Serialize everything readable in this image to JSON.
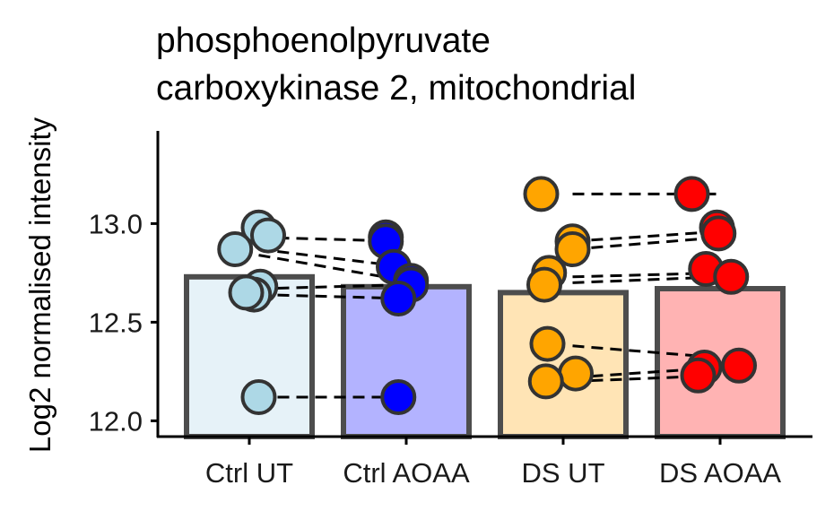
{
  "chart_data": {
    "type": "bar",
    "title_lines": [
      "phosphoenolpyruvate",
      "carboxykinase 2, mitochondrial"
    ],
    "xlabel": "",
    "ylabel": "Log2 normalised intensity",
    "ylim": [
      11.92,
      13.47
    ],
    "yticks": [
      "12.0",
      "12.5",
      "13.0"
    ],
    "ytick_values": [
      12.0,
      12.5,
      13.0
    ],
    "categories": [
      "Ctrl UT",
      "Ctrl AOAA",
      "DS UT",
      "DS AOAA"
    ],
    "values": [
      12.73,
      12.68,
      12.65,
      12.67
    ],
    "bar_fill_colors": [
      "#e6f2f8",
      "#b3b3ff",
      "#ffe4b5",
      "#ffb3b3"
    ],
    "point_colors": [
      "#add8e6",
      "#0000ff",
      "#ffa500",
      "#ff0000"
    ],
    "points": [
      {
        "group": "Ctrl UT",
        "x_jitter": 0.06,
        "y": 12.98
      },
      {
        "group": "Ctrl UT",
        "x_jitter": 0.12,
        "y": 12.94
      },
      {
        "group": "Ctrl UT",
        "x_jitter": -0.09,
        "y": 12.87
      },
      {
        "group": "Ctrl UT",
        "x_jitter": 0.07,
        "y": 12.68
      },
      {
        "group": "Ctrl UT",
        "x_jitter": 0.03,
        "y": 12.64
      },
      {
        "group": "Ctrl UT",
        "x_jitter": -0.02,
        "y": 12.65
      },
      {
        "group": "Ctrl UT",
        "x_jitter": 0.06,
        "y": 12.12
      },
      {
        "group": "Ctrl AOAA",
        "x_jitter": -0.13,
        "y": 12.93
      },
      {
        "group": "Ctrl AOAA",
        "x_jitter": -0.13,
        "y": 12.91
      },
      {
        "group": "Ctrl AOAA",
        "x_jitter": -0.08,
        "y": 12.78
      },
      {
        "group": "Ctrl AOAA",
        "x_jitter": 0.03,
        "y": 12.71
      },
      {
        "group": "Ctrl AOAA",
        "x_jitter": 0.03,
        "y": 12.69
      },
      {
        "group": "Ctrl AOAA",
        "x_jitter": -0.05,
        "y": 12.62
      },
      {
        "group": "Ctrl AOAA",
        "x_jitter": -0.05,
        "y": 12.12
      },
      {
        "group": "DS UT",
        "x_jitter": -0.14,
        "y": 13.15
      },
      {
        "group": "DS UT",
        "x_jitter": 0.06,
        "y": 12.91
      },
      {
        "group": "DS UT",
        "x_jitter": 0.06,
        "y": 12.87
      },
      {
        "group": "DS UT",
        "x_jitter": -0.09,
        "y": 12.75
      },
      {
        "group": "DS UT",
        "x_jitter": -0.12,
        "y": 12.69
      },
      {
        "group": "DS UT",
        "x_jitter": -0.1,
        "y": 12.39
      },
      {
        "group": "DS UT",
        "x_jitter": 0.08,
        "y": 12.24
      },
      {
        "group": "DS UT",
        "x_jitter": -0.11,
        "y": 12.2
      },
      {
        "group": "DS AOAA",
        "x_jitter": -0.18,
        "y": 13.15
      },
      {
        "group": "DS AOAA",
        "x_jitter": -0.02,
        "y": 12.98
      },
      {
        "group": "DS AOAA",
        "x_jitter": -0.01,
        "y": 12.95
      },
      {
        "group": "DS AOAA",
        "x_jitter": -0.09,
        "y": 12.77
      },
      {
        "group": "DS AOAA",
        "x_jitter": 0.07,
        "y": 12.73
      },
      {
        "group": "DS AOAA",
        "x_jitter": -0.1,
        "y": 12.27
      },
      {
        "group": "DS AOAA",
        "x_jitter": -0.14,
        "y": 12.23
      },
      {
        "group": "DS AOAA",
        "x_jitter": 0.12,
        "y": 12.28
      }
    ],
    "pairs": [
      {
        "from": {
          "x": 0.06,
          "y": 12.93
        },
        "to": {
          "x": 1.0,
          "y": 12.91
        }
      },
      {
        "from": {
          "x": 0.06,
          "y": 12.87
        },
        "to": {
          "x": 1.0,
          "y": 12.78
        }
      },
      {
        "from": {
          "x": 0.06,
          "y": 12.84
        },
        "to": {
          "x": 1.0,
          "y": 12.71
        }
      },
      {
        "from": {
          "x": 0.06,
          "y": 12.67
        },
        "to": {
          "x": 1.0,
          "y": 12.69
        }
      },
      {
        "from": {
          "x": 0.06,
          "y": 12.64
        },
        "to": {
          "x": 1.0,
          "y": 12.62
        }
      },
      {
        "from": {
          "x": 0.06,
          "y": 12.12
        },
        "to": {
          "x": 1.0,
          "y": 12.12
        }
      },
      {
        "from": {
          "x": 2.06,
          "y": 13.15
        },
        "to": {
          "x": 3.0,
          "y": 13.15
        }
      },
      {
        "from": {
          "x": 2.06,
          "y": 12.91
        },
        "to": {
          "x": 3.0,
          "y": 12.96
        }
      },
      {
        "from": {
          "x": 2.06,
          "y": 12.87
        },
        "to": {
          "x": 3.0,
          "y": 12.93
        }
      },
      {
        "from": {
          "x": 2.06,
          "y": 12.73
        },
        "to": {
          "x": 3.0,
          "y": 12.75
        }
      },
      {
        "from": {
          "x": 2.06,
          "y": 12.7
        },
        "to": {
          "x": 3.0,
          "y": 12.73
        }
      },
      {
        "from": {
          "x": 2.06,
          "y": 12.38
        },
        "to": {
          "x": 3.0,
          "y": 12.32
        }
      },
      {
        "from": {
          "x": 2.06,
          "y": 12.22
        },
        "to": {
          "x": 3.0,
          "y": 12.27
        }
      },
      {
        "from": {
          "x": 2.06,
          "y": 12.2
        },
        "to": {
          "x": 3.0,
          "y": 12.23
        }
      }
    ],
    "grid": false,
    "legend": "none"
  }
}
